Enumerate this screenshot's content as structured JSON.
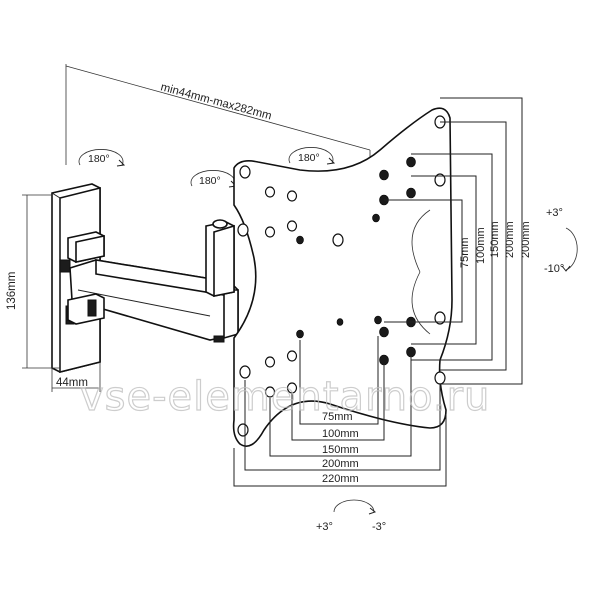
{
  "diagram": {
    "arm_reach_label": "min44mm-max282mm",
    "wall_height_label": "136mm",
    "wall_depth_label": "44mm",
    "rotation_labels": {
      "left": "180°",
      "middle": "180°",
      "right": "180°"
    },
    "tilt_labels": {
      "up": "+3°",
      "down": "-10°"
    },
    "swivel_labels": {
      "left": "+3°",
      "right": "-3°"
    },
    "vesa_vertical_labels": [
      "75mm",
      "100mm",
      "150mm",
      "200mm",
      "200mm"
    ],
    "vesa_horizontal_labels": [
      "75mm",
      "100mm",
      "150mm",
      "200mm",
      "220mm"
    ],
    "watermark": "vse-elementarno.ru"
  }
}
